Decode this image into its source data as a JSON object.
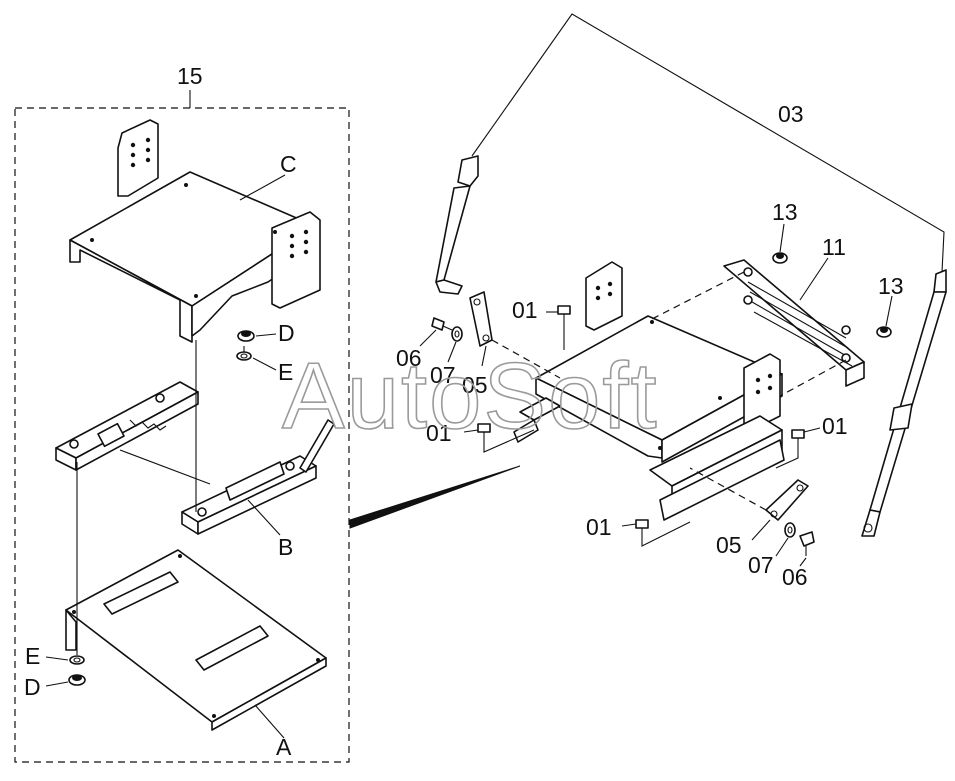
{
  "watermark": "AutoSoft",
  "callouts": {
    "group_15": "15",
    "group_03": "03",
    "C": "C",
    "D_upper": "D",
    "E_upper": "E",
    "B": "B",
    "E_lower": "E",
    "D_lower": "D",
    "A": "A",
    "p13_left": "13",
    "p11": "11",
    "p13_right": "13",
    "p01_top": "01",
    "p06_left": "06",
    "p07_left": "07",
    "p05_left": "05",
    "p01_left": "01",
    "p01_right": "01",
    "p01_bottom": "01",
    "p05_right": "05",
    "p07_right": "07",
    "p06_right": "06"
  }
}
